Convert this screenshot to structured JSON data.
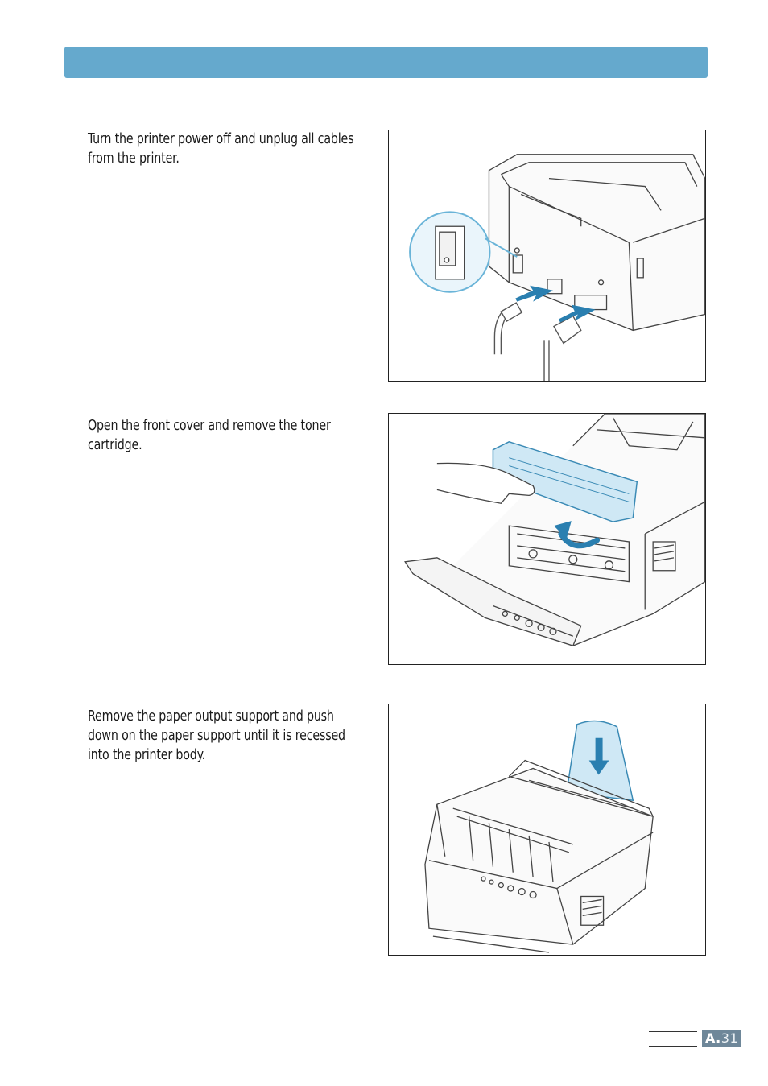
{
  "steps": [
    {
      "text": "Turn the printer power off and unplug all cables from the printer."
    },
    {
      "text": "Open the front cover and remove the toner cartridge."
    },
    {
      "text": "Remove the paper output support and push down on the paper support until it is recessed into the printer body."
    }
  ],
  "footer": {
    "section": "A.",
    "page": "31"
  },
  "colors": {
    "header_bar": "#65a9cd",
    "accent_arrow": "#2a7fb0",
    "highlight_fill": "#cfe8f5"
  }
}
